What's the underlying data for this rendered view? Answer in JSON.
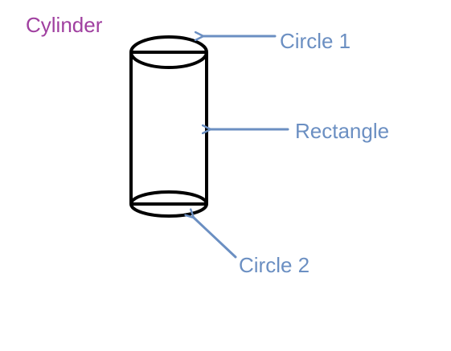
{
  "title": "Cylinder",
  "labels": {
    "circle1": "Circle 1",
    "rectangle": "Rectangle",
    "circle2": "Circle 2"
  },
  "colors": {
    "title": "#a040a0",
    "label": "#6b8fc2",
    "arrow": "#6b8fc2",
    "shape": "#000000"
  }
}
